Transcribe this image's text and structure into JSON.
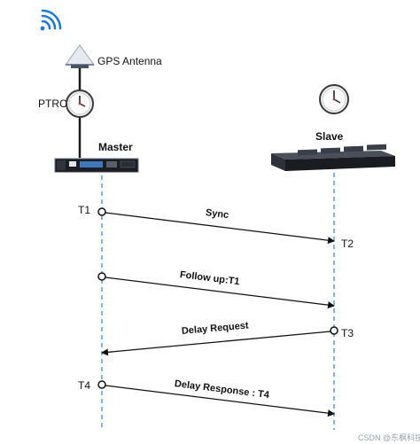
{
  "labels": {
    "gps_antenna": "GPS Antenna",
    "ptrc": "PTRC",
    "master": "Master",
    "slave": "Slave"
  },
  "messages": [
    {
      "name": "sync",
      "label": "Sync",
      "from": "master",
      "start": "T1",
      "end": "T2"
    },
    {
      "name": "follow-up",
      "label": "Follow up:T1",
      "from": "master"
    },
    {
      "name": "delay-request",
      "label": "Delay Request",
      "from": "slave",
      "start": "T3"
    },
    {
      "name": "delay-response",
      "label": "Delay Response : T4",
      "from": "master",
      "start": "T4"
    }
  ],
  "timestamps": {
    "t1": "T1",
    "t2": "T2",
    "t3": "T3",
    "t4": "T4"
  },
  "watermark": "CSDN @东枫科技",
  "colors": {
    "lifeline": "#3b8fd8",
    "arrow": "#111111",
    "wifi": "#1f7bd6",
    "antenna": "#e6e9ef",
    "device": "#1b1d24"
  }
}
